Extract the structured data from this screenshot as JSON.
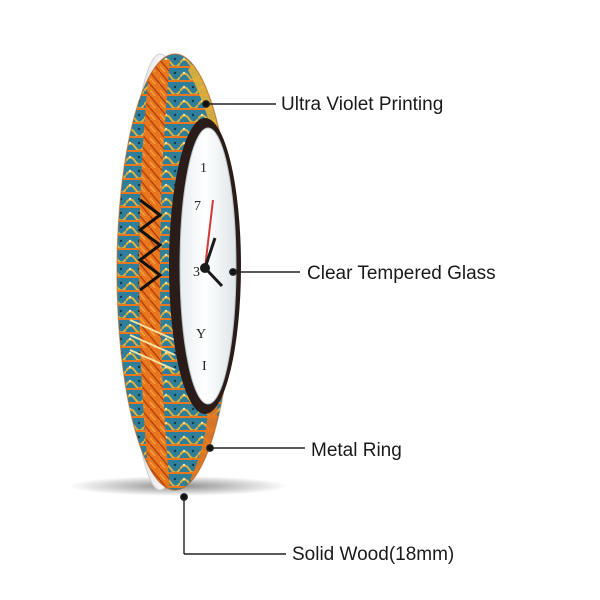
{
  "callouts": {
    "uv_printing": "Ultra Violet Printing",
    "tempered_glass": "Clear Tempered Glass",
    "metal_ring": "Metal Ring",
    "solid_wood": "Solid Wood(18mm)"
  },
  "colors": {
    "background": "#ffffff",
    "wood_edge": "#e8e8e8",
    "pattern_orange": "#e8771e",
    "pattern_teal": "#2f7f9a",
    "pattern_gold": "#e3b13a",
    "metal_ring": "#2a1c18",
    "clock_face": "#f6f6f6",
    "second_hand": "#d23a3a",
    "leader_line": "#222222"
  }
}
